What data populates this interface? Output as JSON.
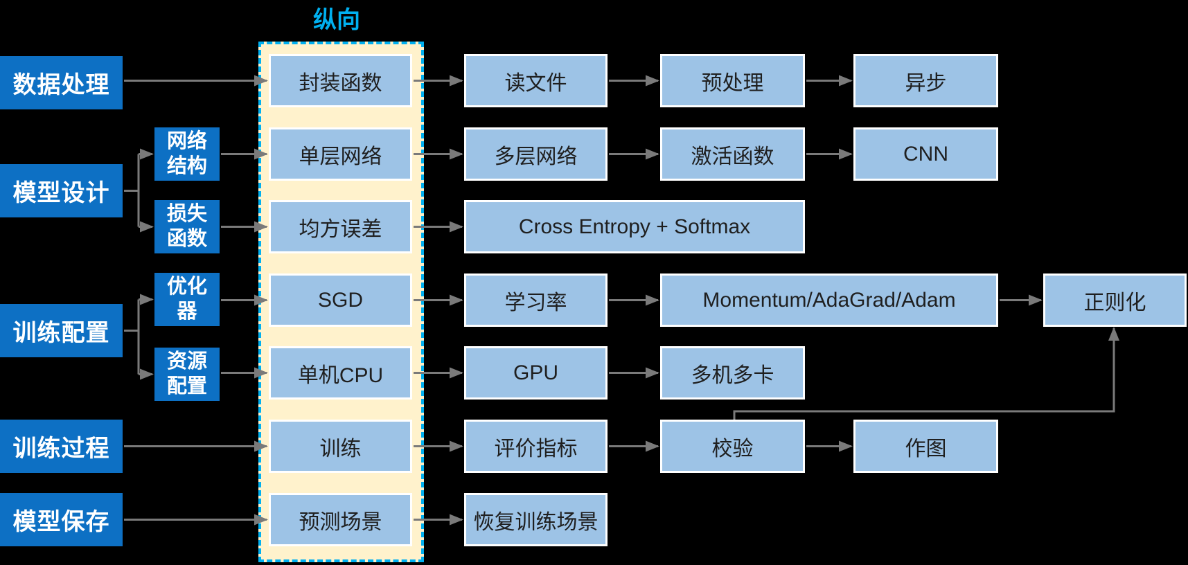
{
  "annotation": {
    "vertical_label": "纵向"
  },
  "colors": {
    "background": "#000000",
    "dark_blue": "#0D70C4",
    "light_blue": "#9DC3E6",
    "light_box_border": "#FFFFFF",
    "cream": "#FFF2CC",
    "dashed_cyan": "#00B0F0",
    "arrow_gray": "#7A7A7A",
    "light_text": "#1F1F1F"
  },
  "diagram": {
    "left_nodes": [
      {
        "id": "data-processing",
        "label": "数据处理"
      },
      {
        "id": "model-design",
        "label": "模型设计"
      },
      {
        "id": "training-config",
        "label": "训练配置"
      },
      {
        "id": "training-process",
        "label": "训练过程"
      },
      {
        "id": "model-save",
        "label": "模型保存"
      }
    ],
    "sub_nodes": [
      {
        "id": "network-structure",
        "label": "网络\n结构"
      },
      {
        "id": "loss-function",
        "label": "损失\n函数"
      },
      {
        "id": "optimizer",
        "label": "优化\n器"
      },
      {
        "id": "resource-config",
        "label": "资源\n配置"
      }
    ],
    "flow_nodes": [
      {
        "id": "wrap-function",
        "label": "封装函数"
      },
      {
        "id": "read-file",
        "label": "读文件"
      },
      {
        "id": "preprocess",
        "label": "预处理"
      },
      {
        "id": "async",
        "label": "异步"
      },
      {
        "id": "single-layer-network",
        "label": "单层网络"
      },
      {
        "id": "multi-layer-network",
        "label": "多层网络"
      },
      {
        "id": "activation-function",
        "label": "激活函数"
      },
      {
        "id": "cnn",
        "label": "CNN"
      },
      {
        "id": "mse",
        "label": "均方误差"
      },
      {
        "id": "cross-entropy-softmax",
        "label": "Cross Entropy + Softmax"
      },
      {
        "id": "sgd",
        "label": "SGD"
      },
      {
        "id": "learning-rate",
        "label": "学习率"
      },
      {
        "id": "momentum-adagrad-adam",
        "label": "Momentum/AdaGrad/Adam"
      },
      {
        "id": "regularization",
        "label": "正则化"
      },
      {
        "id": "single-machine-cpu",
        "label": "单机CPU"
      },
      {
        "id": "gpu",
        "label": "GPU"
      },
      {
        "id": "multi-machine-multi-card",
        "label": "多机多卡"
      },
      {
        "id": "training",
        "label": "训练"
      },
      {
        "id": "evaluation-metrics",
        "label": "评价指标"
      },
      {
        "id": "validation",
        "label": "校验"
      },
      {
        "id": "plotting",
        "label": "作图"
      },
      {
        "id": "prediction-scenario",
        "label": "预测场景"
      },
      {
        "id": "resume-training-scenario",
        "label": "恢复训练场景"
      }
    ],
    "edges": [
      [
        "data-processing",
        "wrap-function"
      ],
      [
        "wrap-function",
        "read-file"
      ],
      [
        "read-file",
        "preprocess"
      ],
      [
        "preprocess",
        "async"
      ],
      [
        "network-structure",
        "single-layer-network"
      ],
      [
        "single-layer-network",
        "multi-layer-network"
      ],
      [
        "multi-layer-network",
        "activation-function"
      ],
      [
        "activation-function",
        "cnn"
      ],
      [
        "loss-function",
        "mse"
      ],
      [
        "mse",
        "cross-entropy-softmax"
      ],
      [
        "optimizer",
        "sgd"
      ],
      [
        "sgd",
        "learning-rate"
      ],
      [
        "learning-rate",
        "momentum-adagrad-adam"
      ],
      [
        "momentum-adagrad-adam",
        "regularization"
      ],
      [
        "resource-config",
        "single-machine-cpu"
      ],
      [
        "single-machine-cpu",
        "gpu"
      ],
      [
        "gpu",
        "multi-machine-multi-card"
      ],
      [
        "training-process",
        "training"
      ],
      [
        "training",
        "evaluation-metrics"
      ],
      [
        "evaluation-metrics",
        "validation"
      ],
      [
        "validation",
        "plotting"
      ],
      [
        "model-save",
        "prediction-scenario"
      ],
      [
        "prediction-scenario",
        "resume-training-scenario"
      ]
    ],
    "branch_connectors": [
      {
        "from": "model-design",
        "targets": [
          "network-structure",
          "loss-function"
        ]
      },
      {
        "from": "training-config",
        "targets": [
          "optimizer",
          "resource-config"
        ]
      }
    ],
    "elbow_connector": {
      "from": "validation",
      "to": "regularization"
    }
  }
}
